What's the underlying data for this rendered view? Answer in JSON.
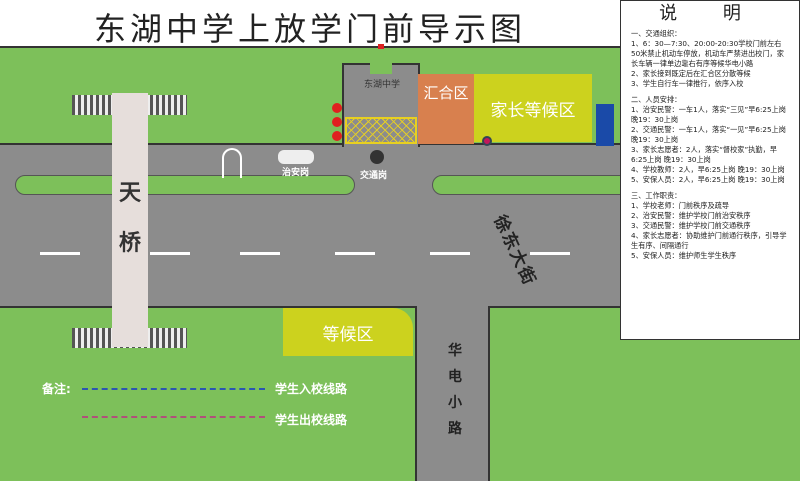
{
  "title": "东湖中学上放学门前导示图",
  "map": {
    "school_gate": "东湖中学",
    "assembly_zone": "汇合区",
    "parent_waiting_zone": "家长等候区",
    "waiting_zone": "等候区",
    "skybridge": [
      "天",
      "桥"
    ],
    "main_street": "徐东大街",
    "side_road": [
      "华",
      "电",
      "小",
      "路"
    ],
    "security_post": "治安岗",
    "traffic_post": "交通岗"
  },
  "legend": {
    "label": "备注:",
    "entry_route": "学生入校线路",
    "exit_route": "学生出校线路",
    "entry_color": "#2a56b0",
    "exit_color": "#b0507a"
  },
  "notes": {
    "title": "说 明",
    "sections": [
      {
        "heading": "一、交通组织：",
        "items": [
          "1、6：30—7:30、20:00-20:30学校门前左右50米禁止机动车停放，机动车严禁进出校门，家长车辆一律单边靠右有序等候华电小路",
          "2、家长接到既定后在汇合区分散等候",
          "3、学生自行车一律推行，依序入校"
        ]
      },
      {
        "heading": "二、人员安排：",
        "items": [
          "1、治安民警：一车1人，落实“三见”早6:25上岗  晚19：30上岗",
          "2、交通民警：一车1人，落实“一见”早6:25上岗  晚19：30上岗",
          "3、家长志愿者：2人，落实“督校家”执勤，早6:25上岗  晚19：30上岗",
          "4、学校教师：2人，早6:25上岗  晚19：30上岗",
          "5、安保人员：2人，早6:25上岗  晚19：30上岗"
        ]
      },
      {
        "heading": "三、工作职责：",
        "items": [
          "1、学校老师：门前秩序及疏导",
          "2、治安民警：维护学校门前治安秩序",
          "3、交通民警：维护学校门前交通秩序",
          "4、家长志愿者：协助维护门前通行秩序，引导学生有序、间隔通行",
          "5、安保人员：维护师生学生秩序"
        ]
      }
    ]
  }
}
